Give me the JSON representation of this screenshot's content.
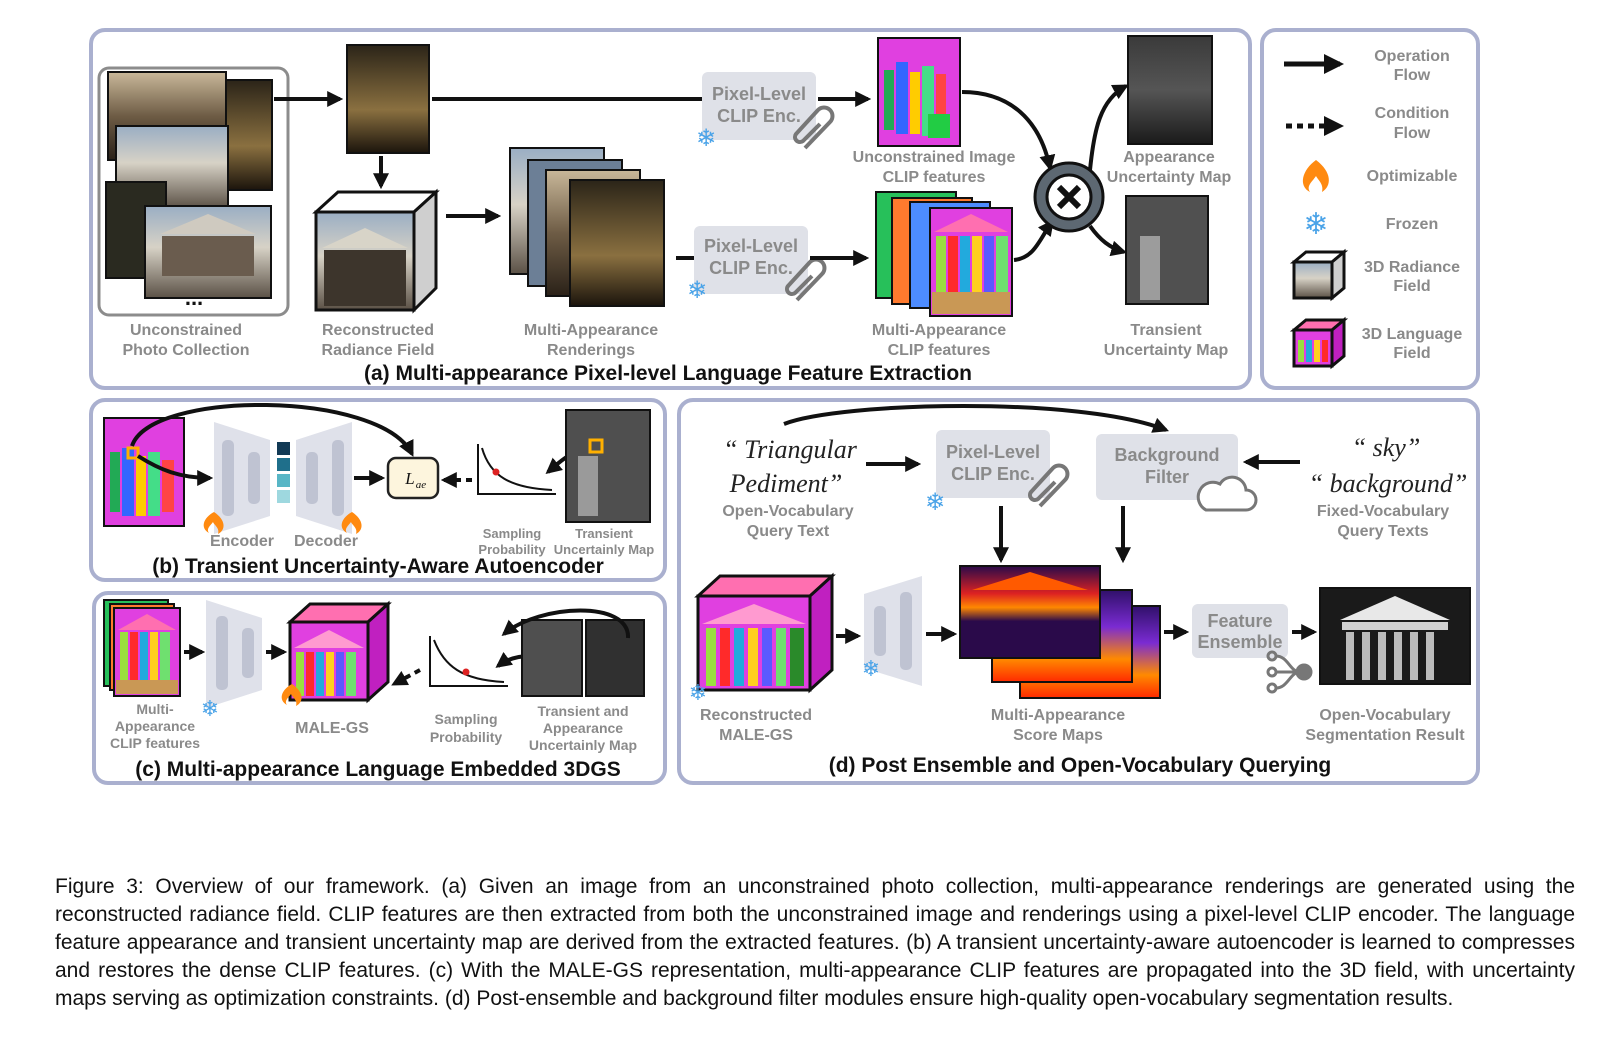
{
  "panel_a": {
    "title": "(a)  Multi-appearance Pixel-level Language Feature Extraction",
    "ellipsis": "...",
    "labels": {
      "photo_collection": [
        "Unconstrained",
        "Photo Collection"
      ],
      "radiance_field": [
        "Reconstructed",
        "Radiance Field"
      ],
      "renderings": [
        "Multi-Appearance",
        "Renderings"
      ],
      "encoder_top": [
        "Pixel-Level",
        "CLIP Enc."
      ],
      "encoder_bottom": [
        "Pixel-Level",
        "CLIP Enc."
      ],
      "unconstrained_clip": [
        "Unconstrained Image",
        "CLIP features"
      ],
      "multi_clip": [
        "Multi-Appearance",
        "CLIP features"
      ],
      "appearance_map": [
        "Appearance",
        "Uncertainty Map"
      ],
      "transient_map": [
        "Transient",
        "Uncertainty Map"
      ]
    }
  },
  "legend": {
    "items": [
      [
        "Operation",
        "Flow"
      ],
      [
        "Condition",
        "Flow"
      ],
      [
        "Optimizable"
      ],
      [
        "Frozen"
      ],
      [
        "3D Radiance",
        "Field"
      ],
      [
        "3D Language",
        "Field"
      ]
    ]
  },
  "panel_b": {
    "title": "(b)  Transient Uncertainty-Aware Autoencoder",
    "encoder": "Encoder",
    "decoder": "Decoder",
    "loss": "L",
    "loss_sub": "ae",
    "sampling": [
      "Sampling",
      "Probability"
    ],
    "transient": [
      "Transient",
      "Uncertainly Map"
    ]
  },
  "panel_c": {
    "title": "(c) Multi-appearance Language Embedded 3DGS",
    "features": [
      "Multi-",
      "Appearance",
      "CLIP features"
    ],
    "malegs": "MALE-GS",
    "sampling": [
      "Sampling",
      "Probability"
    ],
    "maps": [
      "Transient and",
      "Appearance",
      "Uncertainly Map"
    ]
  },
  "panel_d": {
    "title": "(d) Post Ensemble and Open-Vocabulary Querying",
    "query1": "“ Triangular",
    "query2": "Pediment”",
    "query_label": [
      "Open-Vocabulary",
      "Query Text"
    ],
    "encoder": [
      "Pixel-Level",
      "CLIP Enc."
    ],
    "filter": [
      "Background",
      "Filter"
    ],
    "sky": "“ sky”",
    "background": "“ background”",
    "fixed_label": [
      "Fixed-Vocabulary",
      "Query Texts"
    ],
    "reconstructed": [
      "Reconstructed",
      "MALE-GS"
    ],
    "score_maps": [
      "Multi-Appearance",
      "Score Maps"
    ],
    "ensemble": [
      "Feature",
      "Ensemble"
    ],
    "result": [
      "Open-Vocabulary",
      "Segmentation Result"
    ]
  },
  "caption": "Figure 3: Overview of our framework. (a) Given an image from an unconstrained photo collection, multi-appearance renderings are generated using the reconstructed radiance field. CLIP features are then extracted from both the unconstrained image and renderings using a pixel-level CLIP encoder. The language feature appearance and transient uncertainty map are derived from the extracted features. (b) A transient uncertainty-aware autoencoder is learned to compresses and restores the dense CLIP features. (c) With the MALE-GS representation, multi-appearance CLIP features are propagated into the 3D field, with uncertainty maps serving as optimization constraints. (d) Post-ensemble and background filter modules ensure high-quality open-vocabulary segmentation results."
}
